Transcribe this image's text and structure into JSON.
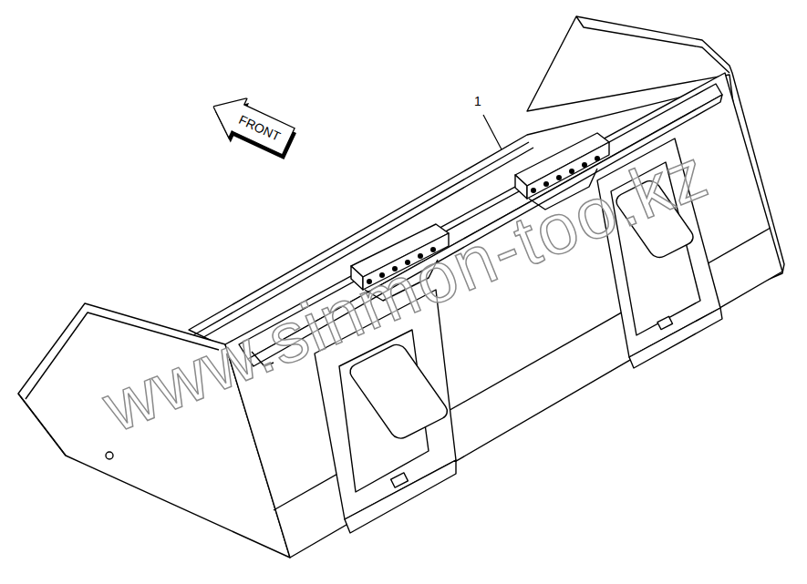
{
  "diagram": {
    "nodes": [
      {
        "text": [
          "FRONT"
        ]
      }
    ],
    "labels": [
      "1",
      "www.sinmon-too.kz"
    ]
  }
}
